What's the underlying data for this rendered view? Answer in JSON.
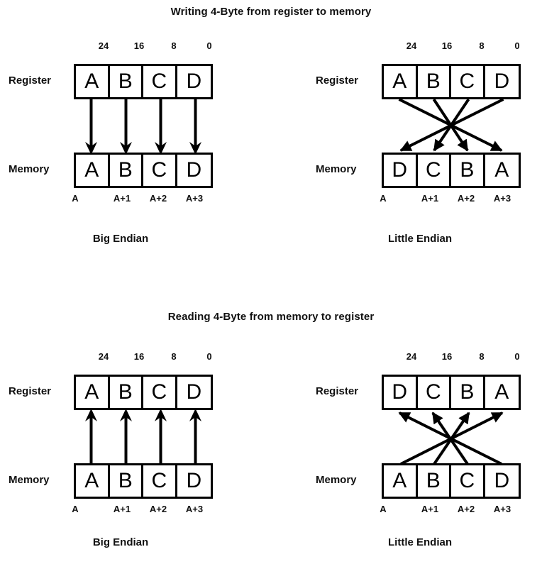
{
  "sections": [
    {
      "title": "Writing 4-Byte from register to memory",
      "panels": [
        {
          "caption": "Big Endian",
          "register_label": "Register",
          "memory_label": "Memory",
          "bit_labels": [
            "24",
            "16",
            "8",
            "0"
          ],
          "address_labels": [
            "A",
            "A+1",
            "A+2",
            "A+3"
          ],
          "register_cells": [
            "A",
            "B",
            "C",
            "D"
          ],
          "memory_cells": [
            "A",
            "B",
            "C",
            "D"
          ],
          "arrow_direction": "down",
          "arrow_style": "straight"
        },
        {
          "caption": "Little Endian",
          "register_label": "Register",
          "memory_label": "Memory",
          "bit_labels": [
            "24",
            "16",
            "8",
            "0"
          ],
          "address_labels": [
            "A",
            "A+1",
            "A+2",
            "A+3"
          ],
          "register_cells": [
            "A",
            "B",
            "C",
            "D"
          ],
          "memory_cells": [
            "D",
            "C",
            "B",
            "A"
          ],
          "arrow_direction": "down",
          "arrow_style": "crossed"
        }
      ]
    },
    {
      "title": "Reading 4-Byte from memory to register",
      "panels": [
        {
          "caption": "Big Endian",
          "register_label": "Register",
          "memory_label": "Memory",
          "bit_labels": [
            "24",
            "16",
            "8",
            "0"
          ],
          "address_labels": [
            "A",
            "A+1",
            "A+2",
            "A+3"
          ],
          "register_cells": [
            "A",
            "B",
            "C",
            "D"
          ],
          "memory_cells": [
            "A",
            "B",
            "C",
            "D"
          ],
          "arrow_direction": "up",
          "arrow_style": "straight"
        },
        {
          "caption": "Little Endian",
          "register_label": "Register",
          "memory_label": "Memory",
          "bit_labels": [
            "24",
            "16",
            "8",
            "0"
          ],
          "address_labels": [
            "A",
            "A+1",
            "A+2",
            "A+3"
          ],
          "register_cells": [
            "D",
            "C",
            "B",
            "A"
          ],
          "memory_cells": [
            "A",
            "B",
            "C",
            "D"
          ],
          "arrow_direction": "up",
          "arrow_style": "crossed"
        }
      ]
    }
  ],
  "colors": {
    "stroke": "#000000",
    "background": "#ffffff",
    "text": "#111111"
  }
}
